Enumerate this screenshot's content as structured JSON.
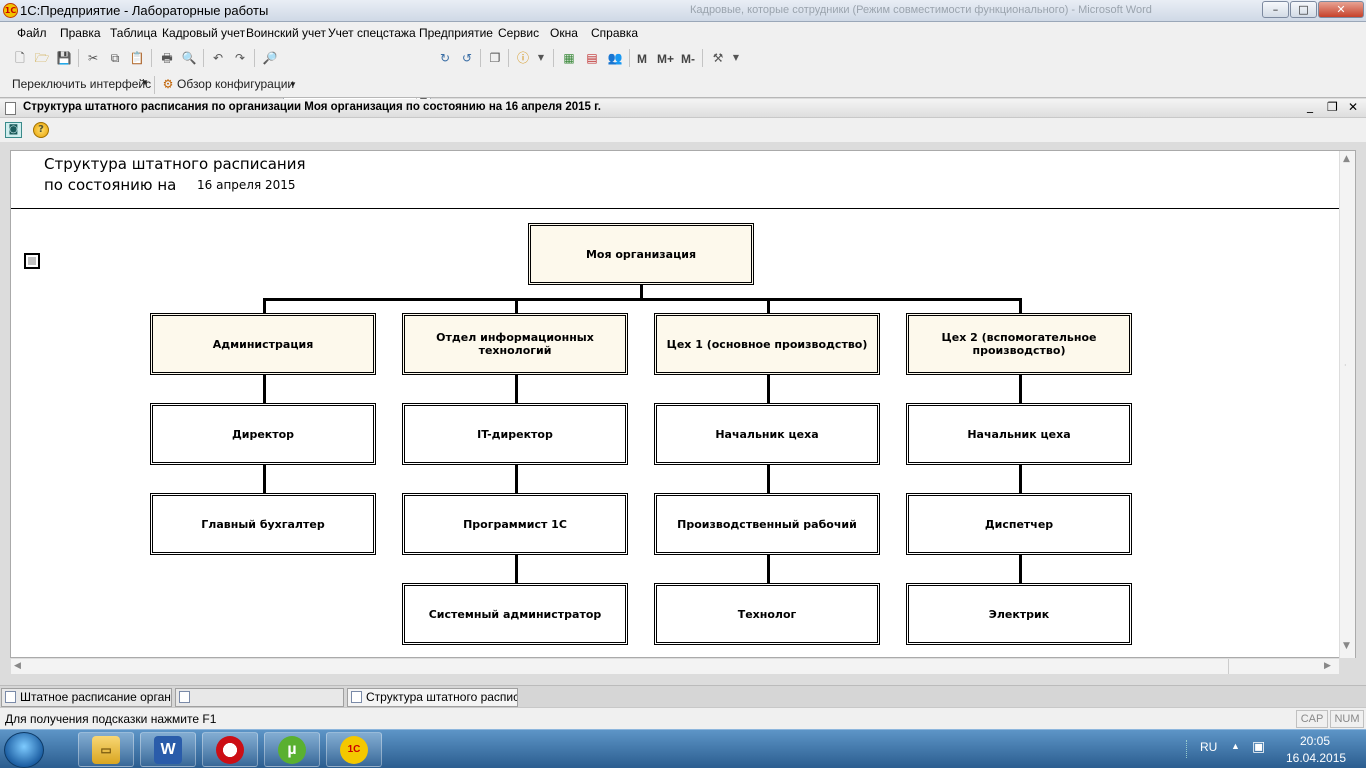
{
  "window": {
    "title": "1С:Предприятие - Лабораторные работы",
    "ghost_title": "Кадровые, которые сотрудники (Режим совместимости функционального) - Microsoft Word",
    "app_icon_text": "1С",
    "controls": {
      "minimize": "–",
      "maximize": "□",
      "close": "✕"
    }
  },
  "menu": {
    "items": [
      "Файл",
      "Правка",
      "Таблица",
      "Кадровый учет",
      "Воинский учет",
      "Учет спецстажа",
      "Предприятие",
      "Сервис",
      "Окна",
      "Справка"
    ]
  },
  "toolbar": {
    "search_value": "",
    "switch_interface": "Переключить интерфейс",
    "overview_config": "Обзор конфигурации",
    "m_labels": [
      "M",
      "M+",
      "M-"
    ]
  },
  "document": {
    "title": "Структура штатного расписания по организации Моя организация по состоянию на 16 апреля 2015 г.",
    "controls": {
      "minimize": "_",
      "restore": "❐",
      "close": "✕"
    },
    "report_title_line1": "Структура штатного расписания",
    "report_title_line2": "по состоянию на",
    "report_date": "16 апреля 2015"
  },
  "org_chart": {
    "root": "Моя организация",
    "departments": [
      {
        "name": "Администрация",
        "positions": [
          "Директор",
          "Главный бухгалтер"
        ]
      },
      {
        "name": "Отдел информационных технологий",
        "positions": [
          "IT-директор",
          "Программист 1С",
          "Системный администратор"
        ]
      },
      {
        "name": "Цех 1 (основное производство)",
        "positions": [
          "Начальник цеха",
          "Производственный рабочий",
          "Технолог"
        ]
      },
      {
        "name": "Цех 2 (вспомогательное производство)",
        "positions": [
          "Начальник цеха",
          "Диспетчер",
          "Электрик"
        ]
      }
    ]
  },
  "tabs": [
    {
      "label": "Штатное расписание орган..."
    },
    {
      "label": ""
    },
    {
      "label": "Структура штатного распис..."
    }
  ],
  "statusbar": {
    "hint": "Для получения подсказки нажмите F1",
    "cap": "CAP",
    "num": "NUM"
  },
  "taskbar": {
    "lang": "RU",
    "time": "20:05",
    "date": "16.04.2015",
    "apps": [
      "windows-explorer",
      "microsoft-word",
      "opera",
      "utorrent",
      "1c-enterprise"
    ]
  }
}
